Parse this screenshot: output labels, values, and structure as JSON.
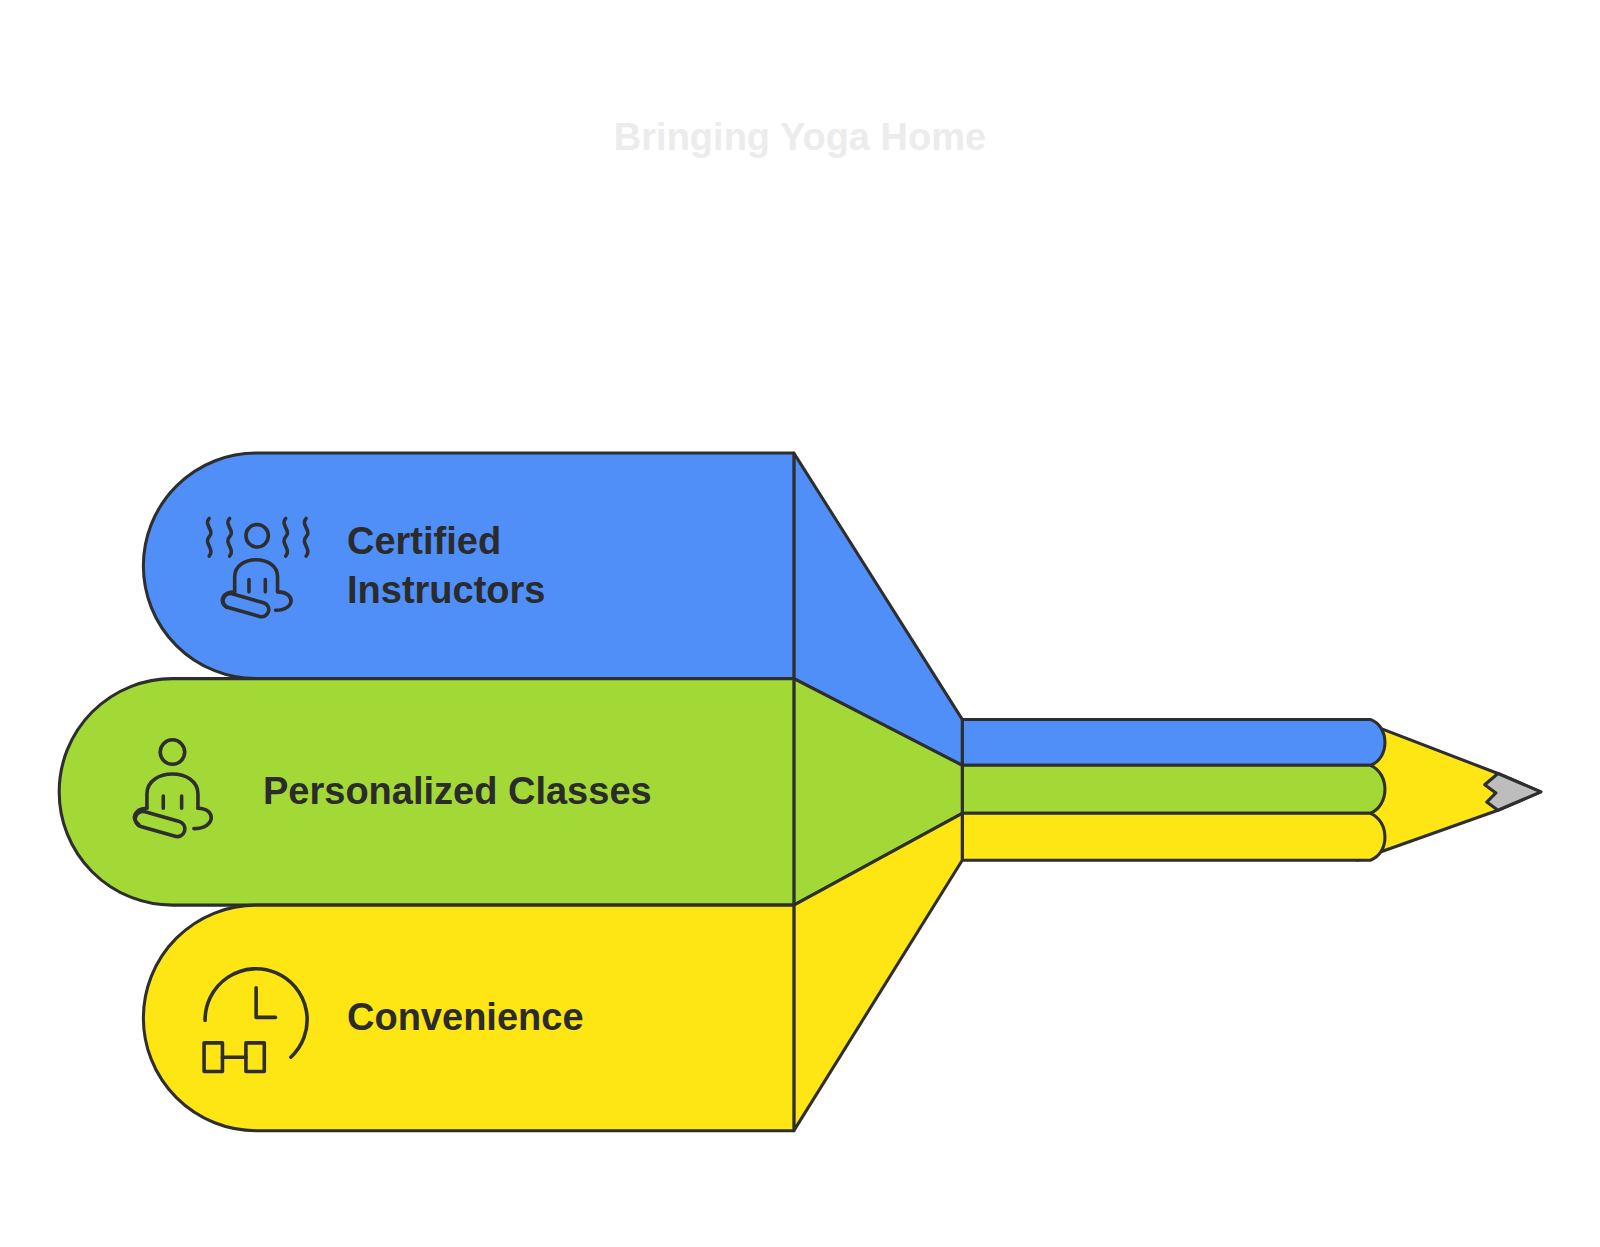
{
  "diagram": {
    "title": "Bringing Yoga Home",
    "nodes": [
      {
        "text": [
          "Certified Instructors"
        ]
      },
      {
        "text": [
          "Personalized Classes"
        ]
      },
      {
        "text": [
          "Convenience"
        ]
      }
    ]
  }
}
